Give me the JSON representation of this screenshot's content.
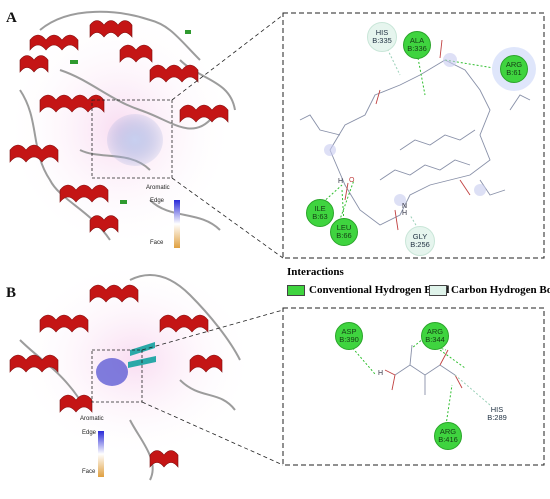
{
  "panels": {
    "a_label": "A",
    "b_label": "B"
  },
  "legend": {
    "title": "Interactions",
    "items": [
      {
        "label": "Conventional Hydrogen Bond",
        "color": "#3fd43f"
      },
      {
        "label": "Carbon Hydrogen Bond",
        "color": "#dff3ea"
      }
    ]
  },
  "aromatic_scale": {
    "title": "Aromatic",
    "top": "Edge",
    "bottom": "Face"
  },
  "residues_a": [
    {
      "name": "HIS",
      "id": "B:335",
      "type": "carbon"
    },
    {
      "name": "ALA",
      "id": "B:336",
      "type": "conventional"
    },
    {
      "name": "ARG",
      "id": "B:61",
      "type": "conventional"
    },
    {
      "name": "ILE",
      "id": "B:63",
      "type": "conventional"
    },
    {
      "name": "LEU",
      "id": "B:66",
      "type": "conventional"
    },
    {
      "name": "GLY",
      "id": "B:256",
      "type": "carbon"
    }
  ],
  "residues_b": [
    {
      "name": "ASP",
      "id": "B:390",
      "type": "conventional"
    },
    {
      "name": "ARG",
      "id": "B:344",
      "type": "conventional"
    },
    {
      "name": "HIS",
      "id": "B:289",
      "type": "plain"
    },
    {
      "name": "ARG",
      "id": "B:416",
      "type": "conventional"
    }
  ],
  "atoms": {
    "h": "H",
    "o": "O",
    "nh": "N\nH"
  }
}
